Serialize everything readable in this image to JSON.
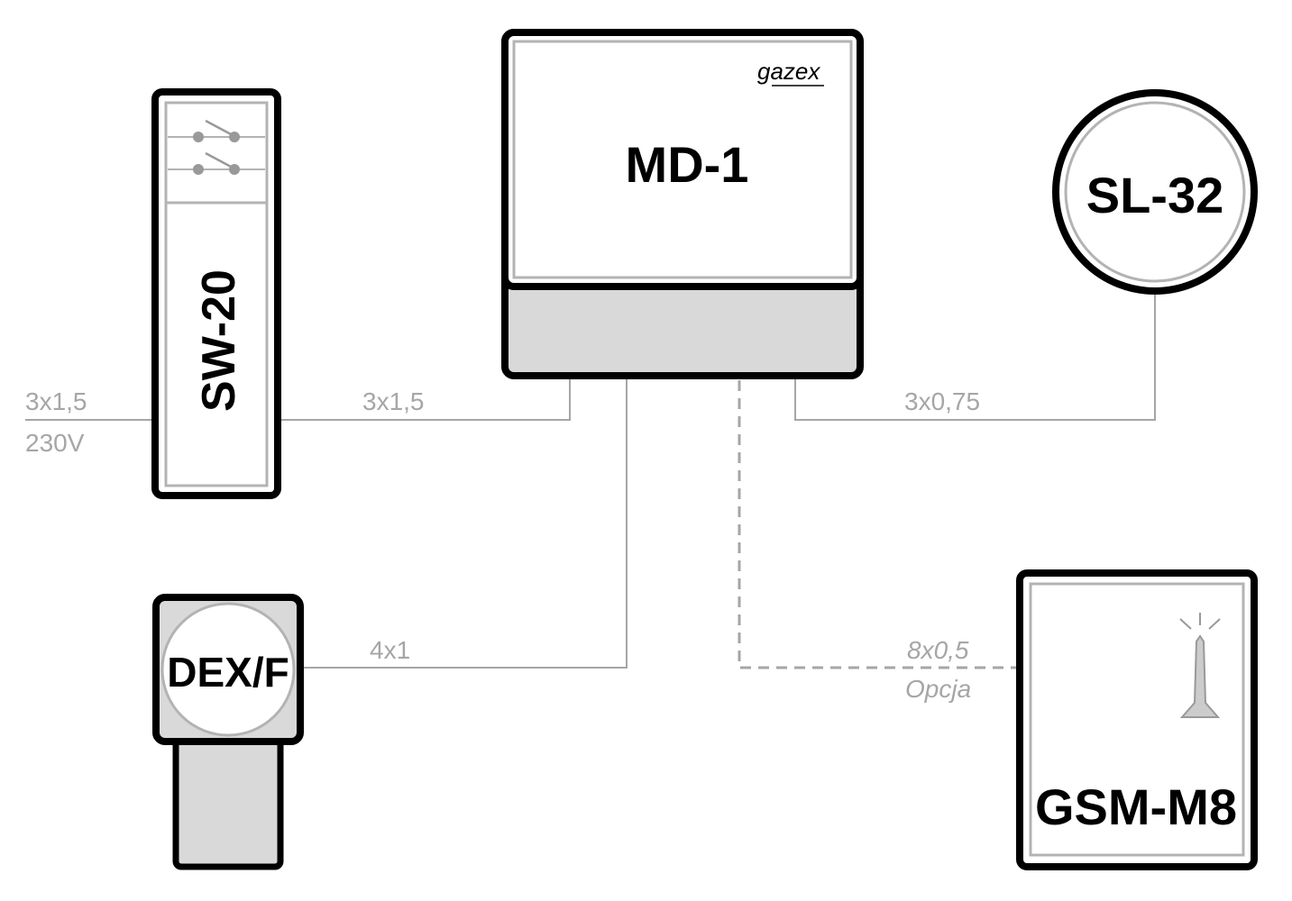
{
  "devices": {
    "md1": {
      "name": "MD-1",
      "brand": "gazex"
    },
    "sw20": {
      "name": "SW-20"
    },
    "sl32": {
      "name": "SL-32"
    },
    "dexf": {
      "name": "DEX/F"
    },
    "gsm": {
      "name": "GSM-M8"
    }
  },
  "wires": {
    "mains": {
      "cable": "3x1,5",
      "voltage": "230V"
    },
    "sw_md": {
      "cable": "3x1,5"
    },
    "md_sl": {
      "cable": "3x0,75"
    },
    "md_dex": {
      "cable": "4x1"
    },
    "md_gsm": {
      "cable": "8x0,5",
      "note": "Opcja"
    }
  }
}
